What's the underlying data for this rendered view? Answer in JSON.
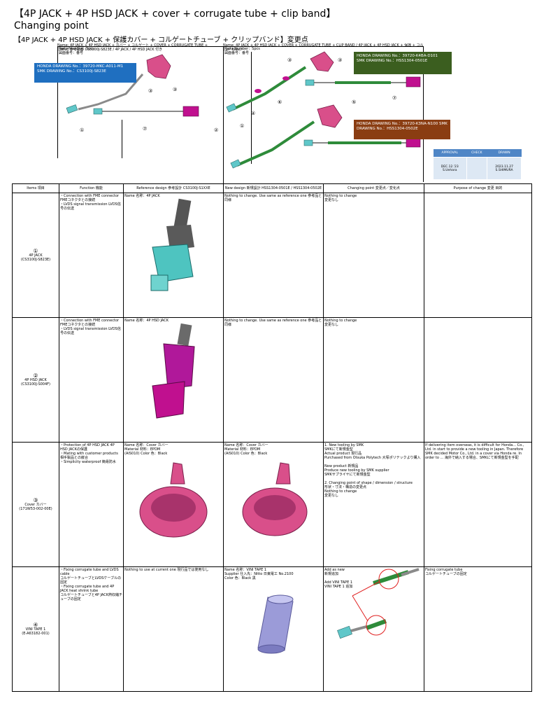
{
  "title": {
    "line1": "【4P JACK + 4P HSD JACK + cover + corrugate tube + clip band】",
    "line2": "Changing point"
  },
  "subtitle": "【4P JACK + 4P HSD JACK + 保護カバー + コルゲートチューブ + クリップバンド】変更点",
  "drawing_left": {
    "header_line1": "Name: 4P JACK + 4P HSD JACK + カバー + コルゲート + COVER + CORRUGATE TUBE +",
    "header_line2": "CABLE 参考品番 CS3100J-S823E / 4P JACK / 4P HSD JACK 付き",
    "parts_number": "Parts Number：Spcs",
    "parts_sub": "図面番号：番号",
    "badge_line1": "HONDA DRAWING No.：39720-MKC-A011-M1",
    "badge_line2": "SMK DRAWING No.：CS3100J-S823E"
  },
  "drawing_right": {
    "header_line1": "Name: 4P JACK + 4P HSD JACK + COVER + CORRUGATE TUBE + CLIP BAND / 4P JACK + 4P HSD JACK + 保護 + コルゲートチューブ + クリップバンド",
    "header_line2": "CLIP BAND",
    "parts_number": "Parts Number：Spcs",
    "parts_sub": "図面番号：番号",
    "badge_green_line1": "HONDA DRAWING No.：39720-K4BA-D101",
    "badge_green_line2": "SMK DRAWING No.：HSS1304-0501E",
    "badge_brown_line1": "HONDA DRAWING No.：39720-K3NA-N100  SMK DRAWING No.：HSS1304-0502E"
  },
  "callouts": [
    "①",
    "②",
    "③",
    "④",
    "⑤",
    "⑥",
    "⑦"
  ],
  "approval": {
    "headers": [
      "APPROVAL",
      "CHECK",
      "DRAWN"
    ],
    "values": [
      "DEC.12.'23\nS.Uehara",
      "",
      "2023.11.27\nS.SHIMURA"
    ]
  },
  "table": {
    "headers": [
      "Items 項目",
      "Function 機能",
      "Reference design 参考設計 CS3100J-S1XXE",
      "New design 新規設計 HSS1304-0501E / HSS1304-0502E",
      "Changing point 変更点／変化点",
      "Purpose of change 変更 目的"
    ],
    "rows": [
      {
        "num": "①",
        "item": "4P JACK\n(CS3100J-S823E)",
        "function": "・Connection with FME connector\n  FMEコネクタとの接続\n・LVDS signal transmission LVDS信号の伝送",
        "reference": "Name 名称：4P JACK",
        "new": "Nothing to change. Use same as reference one 参考品と同様",
        "change": "Nothing to change\n変更なし",
        "purpose": ""
      },
      {
        "num": "②",
        "item": "4P HSD JACK\n(CS3100J-S004F)",
        "function": "・Connection with FME connector\n  FMEコネクタとの接続\n・LVDS signal transmission LVDS信号の伝送",
        "reference": "Name 名称：4P HSD JACK",
        "new": "Nothing to change. Use same as reference one 参考品と同様",
        "change": "Nothing to change\n変更なし",
        "purpose": ""
      },
      {
        "num": "③",
        "item": "Cover カバー\n(171W53-002-00E)",
        "function": "・Protection of 4P HSD JACK 4P HSD JACKの保護\n・Mating with customer products\n  相手製品との嵌合\n・Simplicity waterproof 簡易防水",
        "reference": "Name 名称：Cover カバー\nMaterial 材料：EPDM\n(AIS010) Color 色：Black",
        "new": "Name 名称：Cover カバー\nMaterial 材料：EPDM\n(AIS010) Color 色：Black",
        "change": "1. New tooling by SMK\n   SMKにて新規金型\nActual product 現行品\nPurchased from Otsuka Polytech 大塚ポリテックより購入\n\nNew product 新規品\nProduce new tooling by SMK supplier\nSMKサプライヤにて新規金型\n\n2. Changing point of shape / dimension / structure\n   形状・寸法・構造の変更点\nNothing to change\n変更なし",
        "purpose": "If delivering item overseas, it is difficult for Honda... Co., Ltd. in start to provide a new tooling in Japan. Therefore SMK decided Motor Co., Ltd. in a cover via Honda re. In order to ... 海外で納入する場合、SMKにて新規金型を手配"
      },
      {
        "num": "④",
        "item": "VINI TAPE 1\n(E-A63182-001)",
        "function": "・Fixing corrugate tube and LVDS cable\n  コルゲートチューブとLVDSケーブルの固定\n・Fixing corrugate tube and 4P JACK heat shrink tube\n  コルゲートチューブと4P JACK熱収縮チューブの固定",
        "reference": "Nothing to use at current one 現行品では使用なし",
        "new": "Name 名称：VINI TAPE 1\nSupplier 仕入先：Nitto 日東電工 No.2100\nColor 色：Black 黒",
        "change": "Add as new\n新規追加\n\nAdd VINI TAPE 1\nVINI TAPE 1 追加",
        "purpose": "Fixing corrugate tube\nコルゲートチューブの固定"
      }
    ]
  },
  "colors": {
    "blue_badge": "#1f6fc0",
    "green_badge": "#3b5e1f",
    "brown_badge": "#8a3d12",
    "magenta": "#c0108f",
    "pink": "#d94f8a",
    "teal": "#5fc7c9"
  }
}
